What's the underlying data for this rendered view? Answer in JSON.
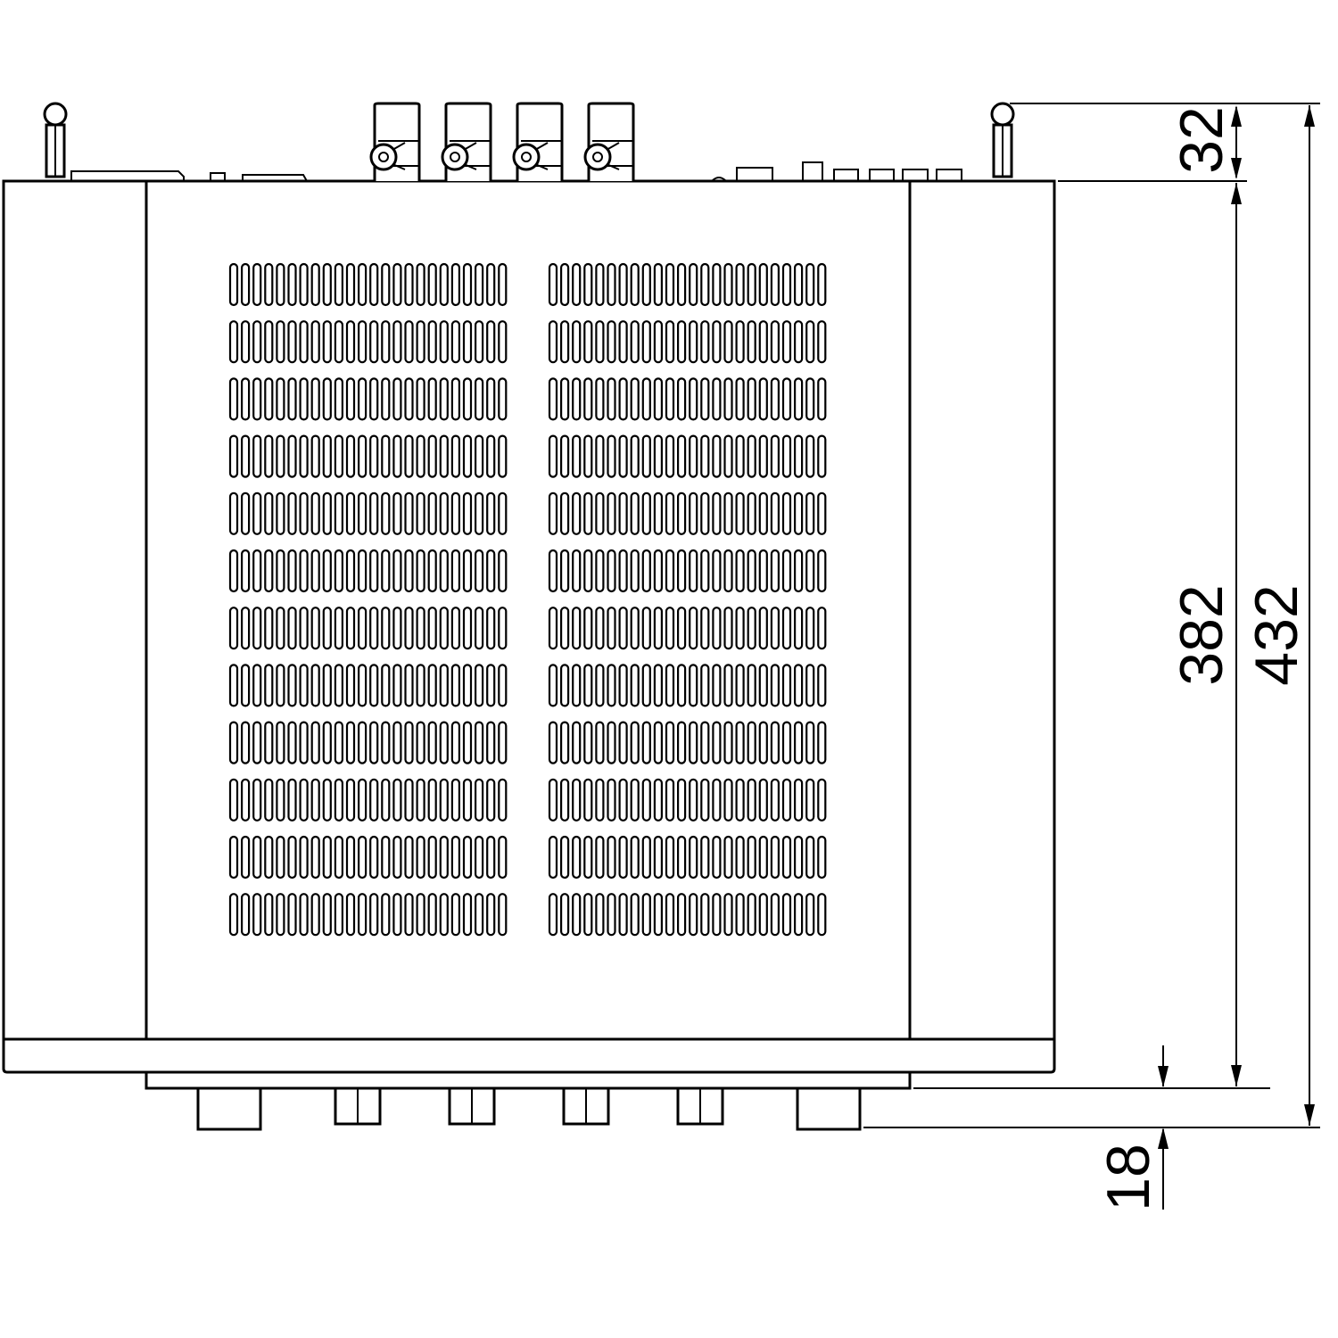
{
  "drawing": {
    "view": "top view",
    "line_color": "#000000",
    "background": "#ffffff",
    "parts": {
      "antenna_connectors": 2,
      "speaker_terminals": 4,
      "front_knobs_large": 2,
      "front_knobs_small": 4,
      "vent_banks": 2,
      "vent_rows_per_bank": 12,
      "vent_slots_per_row": 24
    }
  },
  "dimensions": {
    "top_protrusion": "32",
    "body_depth": "382",
    "total_depth": "432",
    "front_protrusion": "18"
  }
}
